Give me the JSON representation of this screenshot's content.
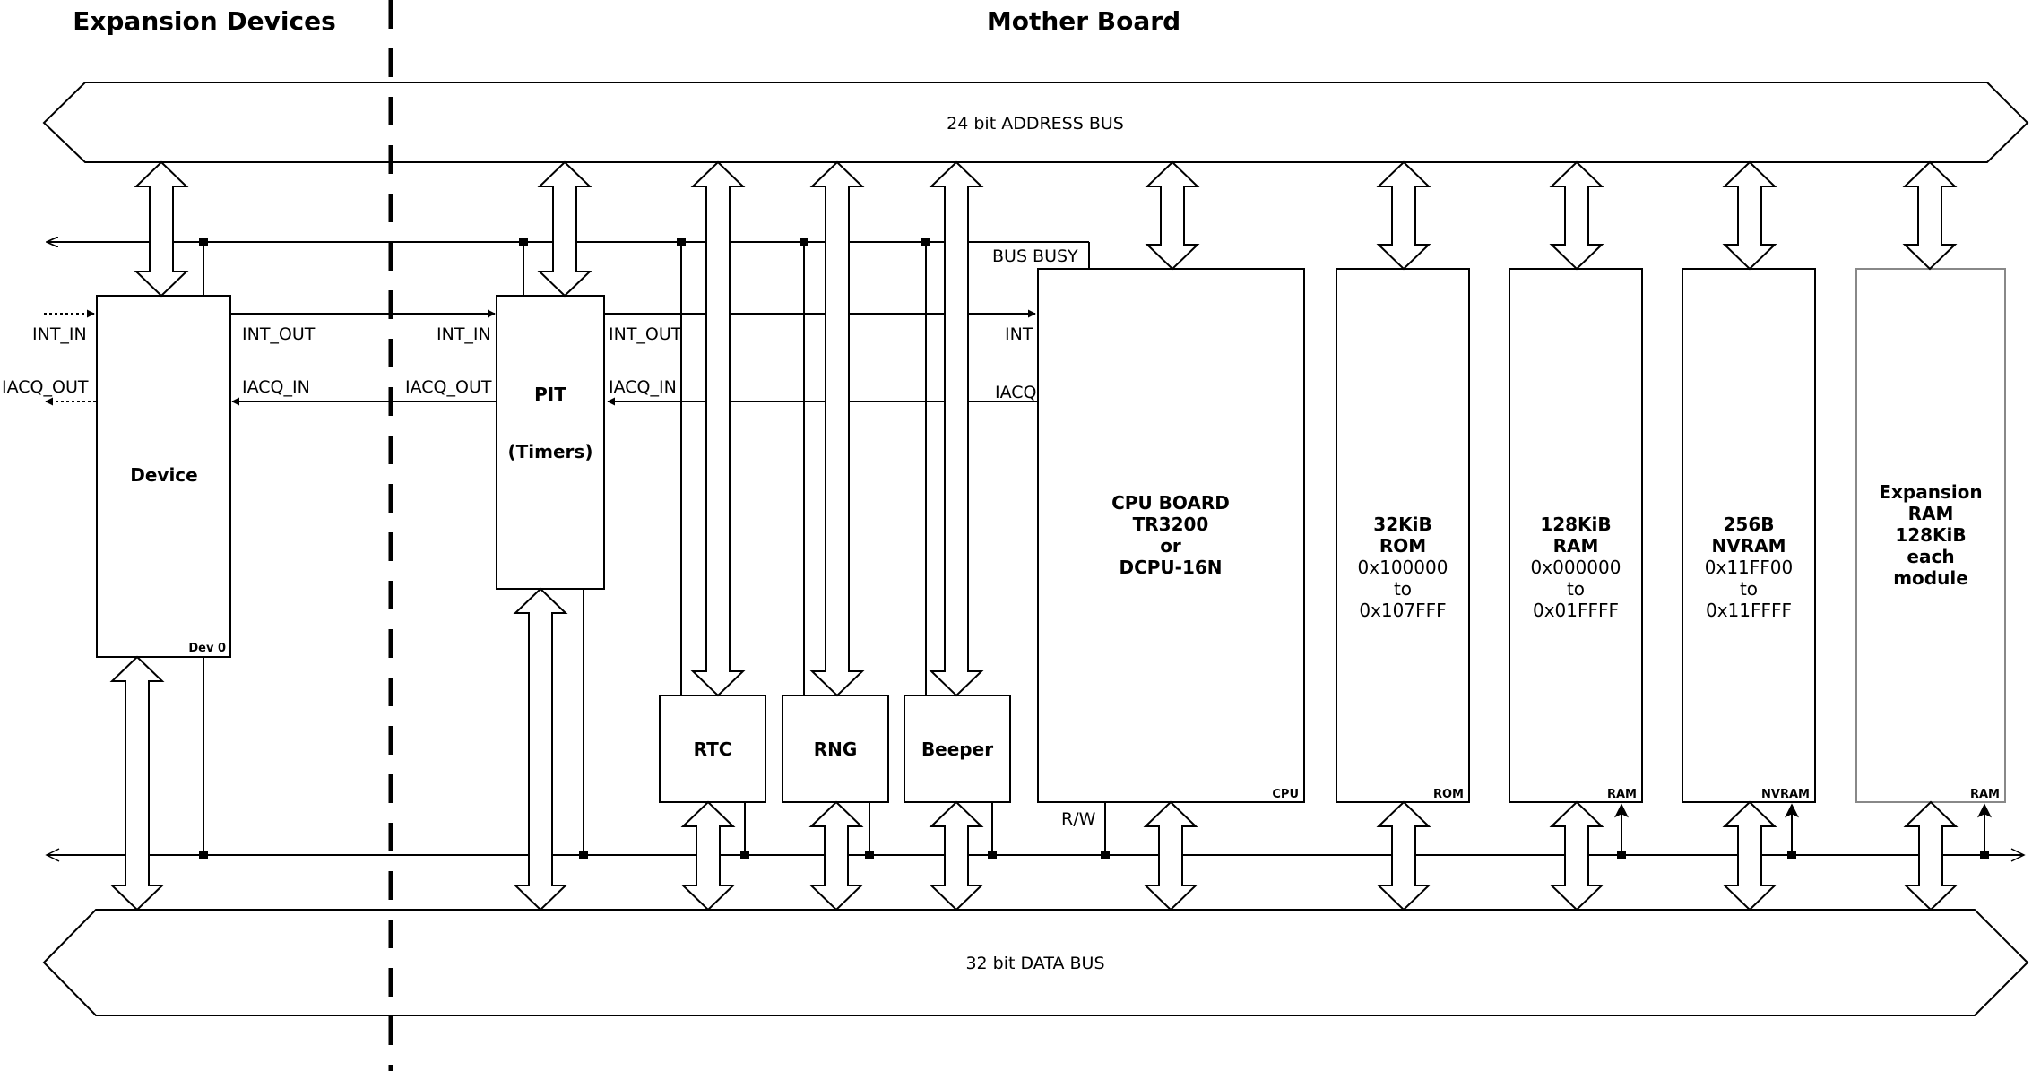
{
  "headers": {
    "left": "Expansion Devices",
    "right": "Mother Board"
  },
  "buses": {
    "address": "24 bit ADDRESS BUS",
    "data": "32 bit DATA BUS"
  },
  "signals": {
    "int_in": "INT_IN",
    "int_out": "INT_OUT",
    "iacq_in": "IACQ_IN",
    "iacq_out": "IACQ_OUT",
    "int": "INT",
    "iacq": "IACQ",
    "bus_busy": "BUS BUSY",
    "rw": "R/W"
  },
  "blocks": {
    "device": {
      "label": "Device",
      "tag": "Dev 0"
    },
    "pit": {
      "line1": "PIT",
      "line2": "(Timers)"
    },
    "rtc": {
      "label": "RTC"
    },
    "rng": {
      "label": "RNG"
    },
    "beeper": {
      "label": "Beeper"
    },
    "cpu": {
      "line1": "CPU BOARD",
      "line2": "TR3200",
      "line3": "or",
      "line4": "DCPU-16N",
      "tag": "CPU"
    },
    "rom": {
      "line1": "32KiB",
      "line2": "ROM",
      "line3": "0x100000",
      "line4": "to",
      "line5": "0x107FFF",
      "tag": "ROM"
    },
    "ram": {
      "line1": "128KiB",
      "line2": "RAM",
      "line3": "0x000000",
      "line4": "to",
      "line5": "0x01FFFF",
      "tag": "RAM"
    },
    "nvram": {
      "line1": "256B",
      "line2": "NVRAM",
      "line3": "0x11FF00",
      "line4": "to",
      "line5": "0x11FFFF",
      "tag": "NVRAM"
    },
    "exp_ram": {
      "line1": "Expansion",
      "line2": "RAM",
      "line3": "128KiB",
      "line4": "each",
      "line5": "module",
      "tag": "RAM"
    }
  },
  "colors": {
    "line": "#000000",
    "expansion_border": "#888888",
    "background": "#ffffff"
  }
}
